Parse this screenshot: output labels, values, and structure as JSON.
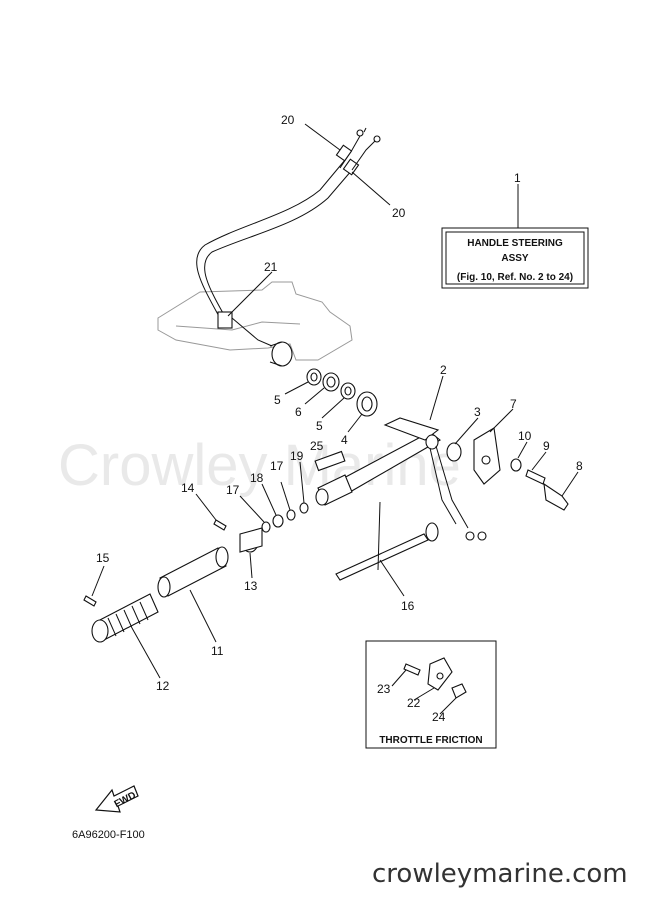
{
  "watermark": "Crowley Marine",
  "footer_url": "crowleymarine.com",
  "diagram_code": "6A96200-F100",
  "fwd_label": "FWD",
  "assy_box": {
    "line1": "HANDLE STEERING",
    "line2": "ASSY",
    "line3": "(Fig. 10, Ref. No. 2 to 24)"
  },
  "friction_box": {
    "caption": "THROTTLE  FRICTION"
  },
  "callouts": {
    "c1": "1",
    "c2": "2",
    "c3": "3",
    "c4": "4",
    "c5a": "5",
    "c5b": "5",
    "c6": "6",
    "c7": "7",
    "c8": "8",
    "c9": "9",
    "c10": "10",
    "c11": "11",
    "c12": "12",
    "c13": "13",
    "c14": "14",
    "c15": "15",
    "c16": "16",
    "c17": "17",
    "c18": "18",
    "c19": "19",
    "c20a": "20",
    "c20b": "20",
    "c21": "21",
    "c22": "22",
    "c23": "23",
    "c24": "24",
    "c25": "25"
  }
}
